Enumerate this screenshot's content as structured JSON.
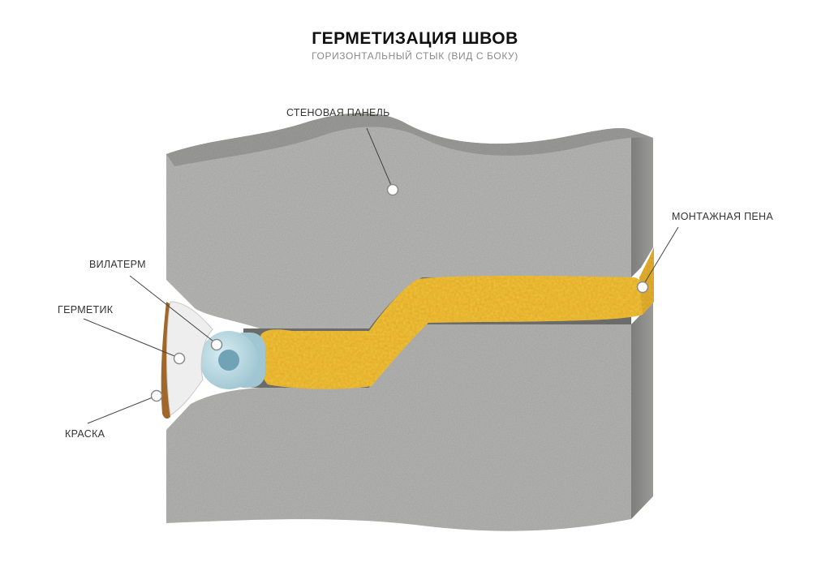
{
  "title": "ГЕРМЕТИЗАЦИЯ ШВОВ",
  "subtitle": "ГОРИЗОНТАЛЬНЫЙ СТЫК (ВИД С БОКУ)",
  "labels": {
    "wall_panel": "СТЕНОВАЯ ПАНЕЛЬ",
    "foam": "МОНТАЖНАЯ ПЕНА",
    "vilaterm": "ВИЛАТЕРМ",
    "sealant": "ГЕРМЕТИК",
    "paint": "КРАСКА"
  },
  "colors": {
    "concrete": "#b9b9b7",
    "concrete_dark": "#8f8f8d",
    "foam": "#f0c43a",
    "foam_dark": "#d49a1e",
    "vilaterm": "#b8d8e2",
    "sealant": "#eeeeee",
    "paint": "#a0672a",
    "marker": "#ffffff"
  }
}
